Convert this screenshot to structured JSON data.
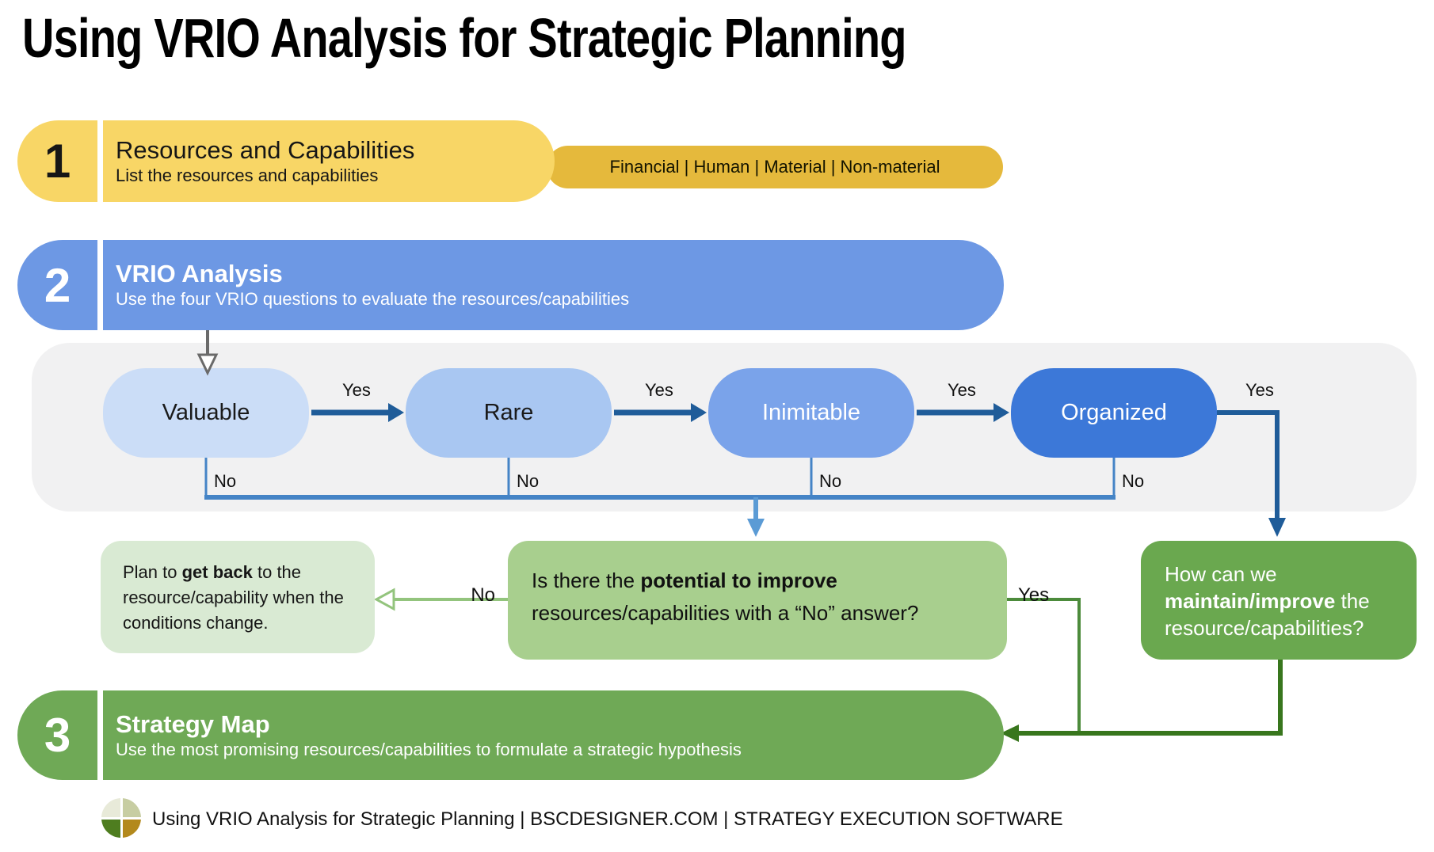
{
  "title": "Using VRIO Analysis for Strategic Planning",
  "steps": [
    {
      "num": "1",
      "title": "Resources and Capabilities",
      "subtitle": "List the resources and capabilities",
      "categories": "Financial | Human | Material | Non-material"
    },
    {
      "num": "2",
      "title": "VRIO Analysis",
      "subtitle": "Use the four VRIO questions to evaluate the resources/capabilities"
    },
    {
      "num": "3",
      "title": "Strategy Map",
      "subtitle": "Use the most promising resources/capabilities to formulate a strategic hypothesis"
    }
  ],
  "labels": {
    "yes": "Yes",
    "no": "No"
  },
  "vrio": {
    "nodes": [
      {
        "label": "Valuable"
      },
      {
        "label": "Rare"
      },
      {
        "label": "Inimitable"
      },
      {
        "label": "Organized"
      }
    ]
  },
  "decision": {
    "fallback": {
      "line1_pre": "Plan to ",
      "line1_bold": "get back",
      "line1_post": " to the",
      "line2": "resource/capability when the",
      "line3": "conditions change."
    },
    "improve": {
      "line1_pre": "Is there the ",
      "line1_bold": "potential to improve",
      "line2": "resources/capabilities with a “No” answer?"
    },
    "maintain": {
      "line1": "How can we",
      "line2_bold": "maintain/improve",
      "line2_post": " the",
      "line3": "resource/capabilities?"
    }
  },
  "footer": {
    "text": "Using VRIO Analysis for Strategic Planning | BSCDESIGNER.COM | STRATEGY EXECUTION SOFTWARE"
  },
  "colors": {
    "step1_yellow": "#F8D666",
    "step1_gold_pill": "#E5B93C",
    "step2_blue": "#6D98E4",
    "step3_green": "#6FA956",
    "pill_valuable": "#CBDDF7",
    "pill_rare": "#A9C7F2",
    "pill_inimitable": "#7AA3EA",
    "pill_organized": "#3C78D8",
    "panel_gray": "#F1F1F2",
    "yes_arrow_navy": "#1F5C99",
    "no_line_blue": "#4584C6",
    "drop_arrow_blue": "#5B9BD5",
    "fallback_box": "#D9EAD3",
    "improve_box": "#A8CF8E",
    "maintain_box": "#6AA84F",
    "open_arrow_green": "#93C47D",
    "yes_path_green": "#4C8B3B",
    "dark_path_green": "#38761D",
    "logo_tl": "#E8EAD9",
    "logo_tr": "#C7CDA2",
    "logo_bl": "#4E7D1F",
    "logo_br": "#B3891C"
  }
}
